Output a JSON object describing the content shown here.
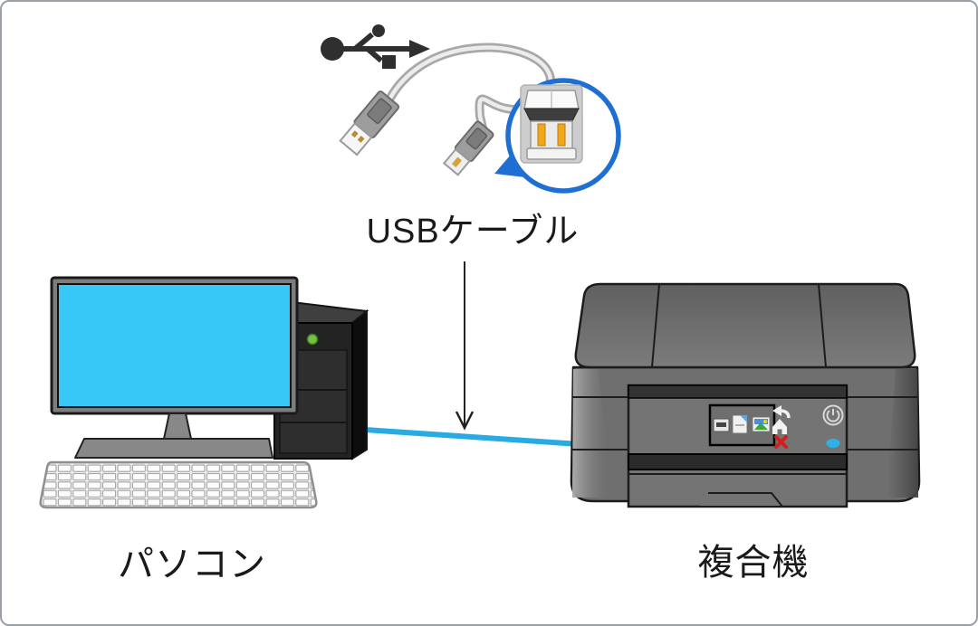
{
  "labels": {
    "cable": "USBケーブル",
    "computer": "パソコン",
    "printer": "複合機"
  },
  "colors": {
    "cable_blue": "#29abe2",
    "screen_cyan": "#38c8f8",
    "callout_blue": "#1f6fd2",
    "pin_gold": "#f2a71b",
    "power_led_green": "#76c043",
    "status_led_cyan": "#2bb3e8",
    "cancel_red": "#cf1f1f",
    "outline_dark": "#1c1c1c",
    "border_gray": "#9aa0a5",
    "text": "#1a1a1a"
  },
  "icons": {
    "usb_illustration": [
      "usb-trident-icon",
      "usb-type-a-plug-icon",
      "usb-type-b-plug-icon",
      "usb-type-b-closeup-icon"
    ],
    "connector": "down-arrow-icon",
    "printer_panel": [
      "lcd-copy-icon",
      "lcd-print-icon",
      "lcd-photo-icon",
      "back-icon",
      "home-icon",
      "cancel-icon",
      "power-icon",
      "status-led"
    ],
    "computer": [
      "power-led"
    ]
  }
}
